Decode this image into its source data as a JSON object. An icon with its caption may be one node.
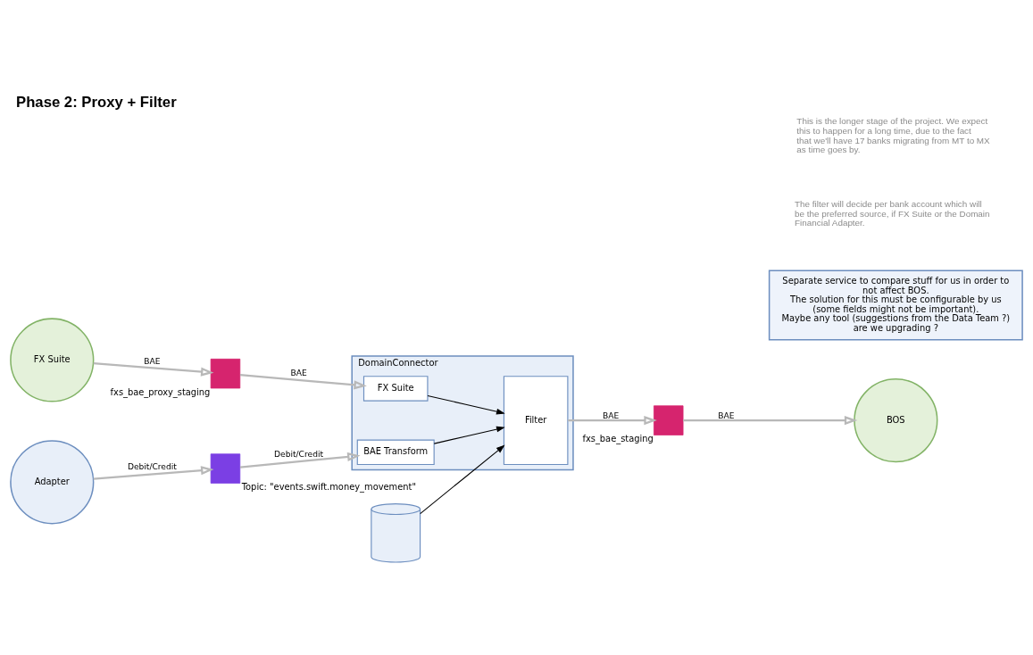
{
  "diagram": {
    "title": "Phase 2: Proxy + Filter",
    "nodes": [
      {
        "text": [
          "FX Suite"
        ]
      },
      {
        "text": [],
        "shape": "box",
        "beside": [
          "fxs_bae_proxy_staging"
        ]
      },
      {
        "text": [
          "DomainConnector"
        ]
      },
      {
        "text": [
          "FX Suite"
        ],
        "in": 2
      },
      {
        "text": [
          "BAE Transform"
        ],
        "in": 2
      },
      {
        "text": [
          "Filter"
        ],
        "in": 2
      },
      {
        "text": [],
        "shape": "box",
        "beside": [
          "fxs_bae_staging"
        ]
      },
      {
        "text": [
          "BOS"
        ]
      },
      {
        "text": [],
        "shape": "box",
        "beside": [
          "Topic: \"events.swift.money_movement\""
        ]
      },
      {
        "text": [],
        "shape": "cylinder"
      },
      {
        "text": [
          "Adapter"
        ]
      },
      {
        "text": [
          "Separate service to compare stuff for us in order to not affect BOS.",
          "The solution for this must be configurable by us (some fields might not be important).",
          "Maybe any tool (suggestions from the Data Team ?)",
          "are we upgrading ?"
        ]
      }
    ],
    "edges": [
      {
        "from": 0,
        "to": 1,
        "arrow": "to",
        "label": "BAE"
      },
      {
        "from": 1,
        "to": 3,
        "arrow": "to",
        "label": "BAE"
      },
      {
        "from": 3,
        "to": 5,
        "arrow": "to",
        "color": "#000000"
      },
      {
        "from": 4,
        "to": 5,
        "arrow": "to",
        "color": "#000000"
      },
      {
        "from": 5,
        "to": 6,
        "arrow": "to",
        "label": "BAE"
      },
      {
        "from": 6,
        "to": 7,
        "arrow": "to",
        "label": "BAE"
      },
      {
        "from": 8,
        "to": 4,
        "arrow": "to",
        "label": "Debit/Credit"
      },
      {
        "from": 9,
        "to": 5,
        "arrow": "to",
        "color": "#000000"
      },
      {
        "from": 10,
        "to": 8,
        "arrow": "to",
        "label": "Debit/Credit"
      }
    ],
    "labels": [
      "The filter will decide per bank account which will be the preferred source, if FX Suite or the Domain Financial Adapter.",
      "This is the longer stage of the project. We expect this to happen for a long time, due to the fact that we'll have 17 banks migrating from MT to MX as time goes by."
    ]
  }
}
